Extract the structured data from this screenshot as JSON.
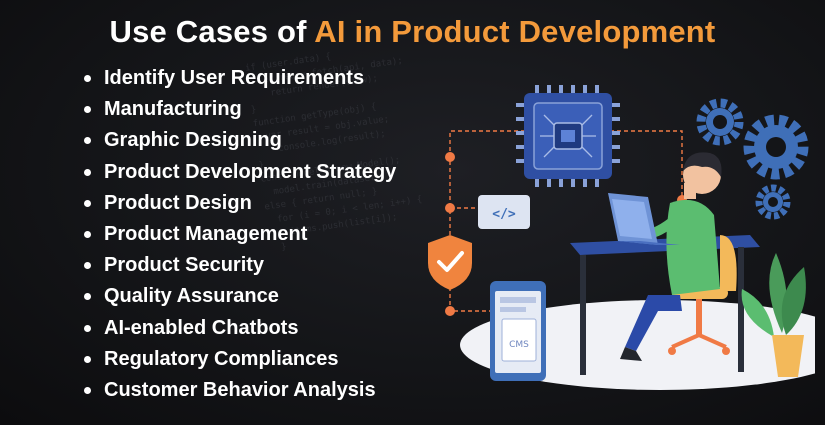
{
  "title": {
    "prefix": "Use Cases of",
    "accent": "AI in Product Development"
  },
  "use_cases": [
    "Identify User Requirements",
    "Manufacturing",
    "Graphic Designing",
    "Product Development Strategy",
    "Product Design",
    "Product Management",
    "Product Security",
    "Quality Assurance",
    "AI-enabled Chatbots",
    "Regulatory Compliances",
    "Customer Behavior Analysis"
  ],
  "illustration": {
    "code_tag": "</>",
    "cms_label": "CMS"
  },
  "colors": {
    "background": "#141518",
    "title_text": "#ffffff",
    "title_accent": "#f39a3b",
    "chip_blue": "#2f4fa3",
    "gear_blue": "#3f6fb8",
    "shield_orange": "#f0843e",
    "connector_orange": "#f07a45"
  },
  "icons": [
    "cpu-chip-icon",
    "gear-icon",
    "code-window-icon",
    "shield-check-icon",
    "cms-phone-icon",
    "laptop-icon",
    "plant-icon"
  ]
}
